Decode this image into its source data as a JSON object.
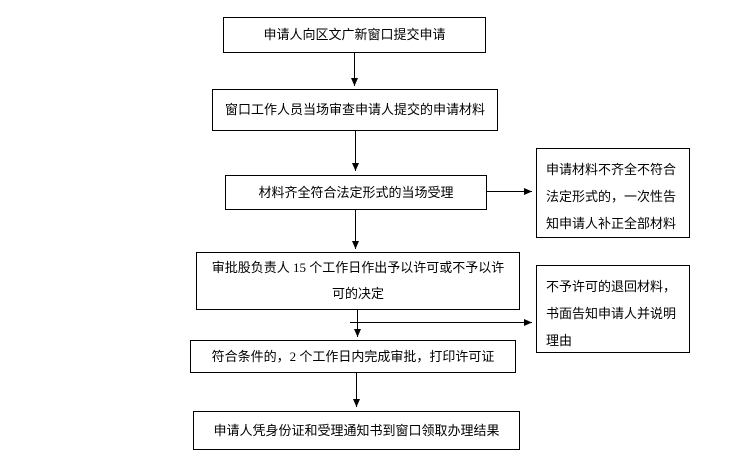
{
  "page": {
    "background_color": "#ffffff",
    "line_color": "#000000",
    "text_color": "#000000"
  },
  "diagram": {
    "type": "flowchart",
    "nodes": {
      "submit": {
        "text": "申请人向区文广新窗口提交申请"
      },
      "review": {
        "text": "窗口工作人员当场审查申请人提交的申请材料"
      },
      "accept": {
        "text": "材料齐全符合法定形式的当场受理"
      },
      "decision": {
        "text": "审批股负责人 15 个工作日作出予以许可或不予以许可的决定"
      },
      "approve": {
        "text": "符合条件的，2 个工作日内完成审批，打印许可证"
      },
      "collect": {
        "text": "申请人凭身份证和受理通知书到窗口领取办理结果"
      },
      "supplement": {
        "text": "申请材料不齐全不符合法定形式的，一次性告知申请人补正全部材料"
      },
      "reject": {
        "text": "不予许可的退回材料，书面告知申请人并说明理由"
      }
    },
    "edges": [
      {
        "from": "submit",
        "to": "review"
      },
      {
        "from": "review",
        "to": "accept"
      },
      {
        "from": "accept",
        "to": "decision"
      },
      {
        "from": "accept",
        "to": "supplement"
      },
      {
        "from": "decision",
        "to": "approve"
      },
      {
        "from": "decision",
        "to": "reject"
      },
      {
        "from": "approve",
        "to": "collect"
      }
    ]
  }
}
